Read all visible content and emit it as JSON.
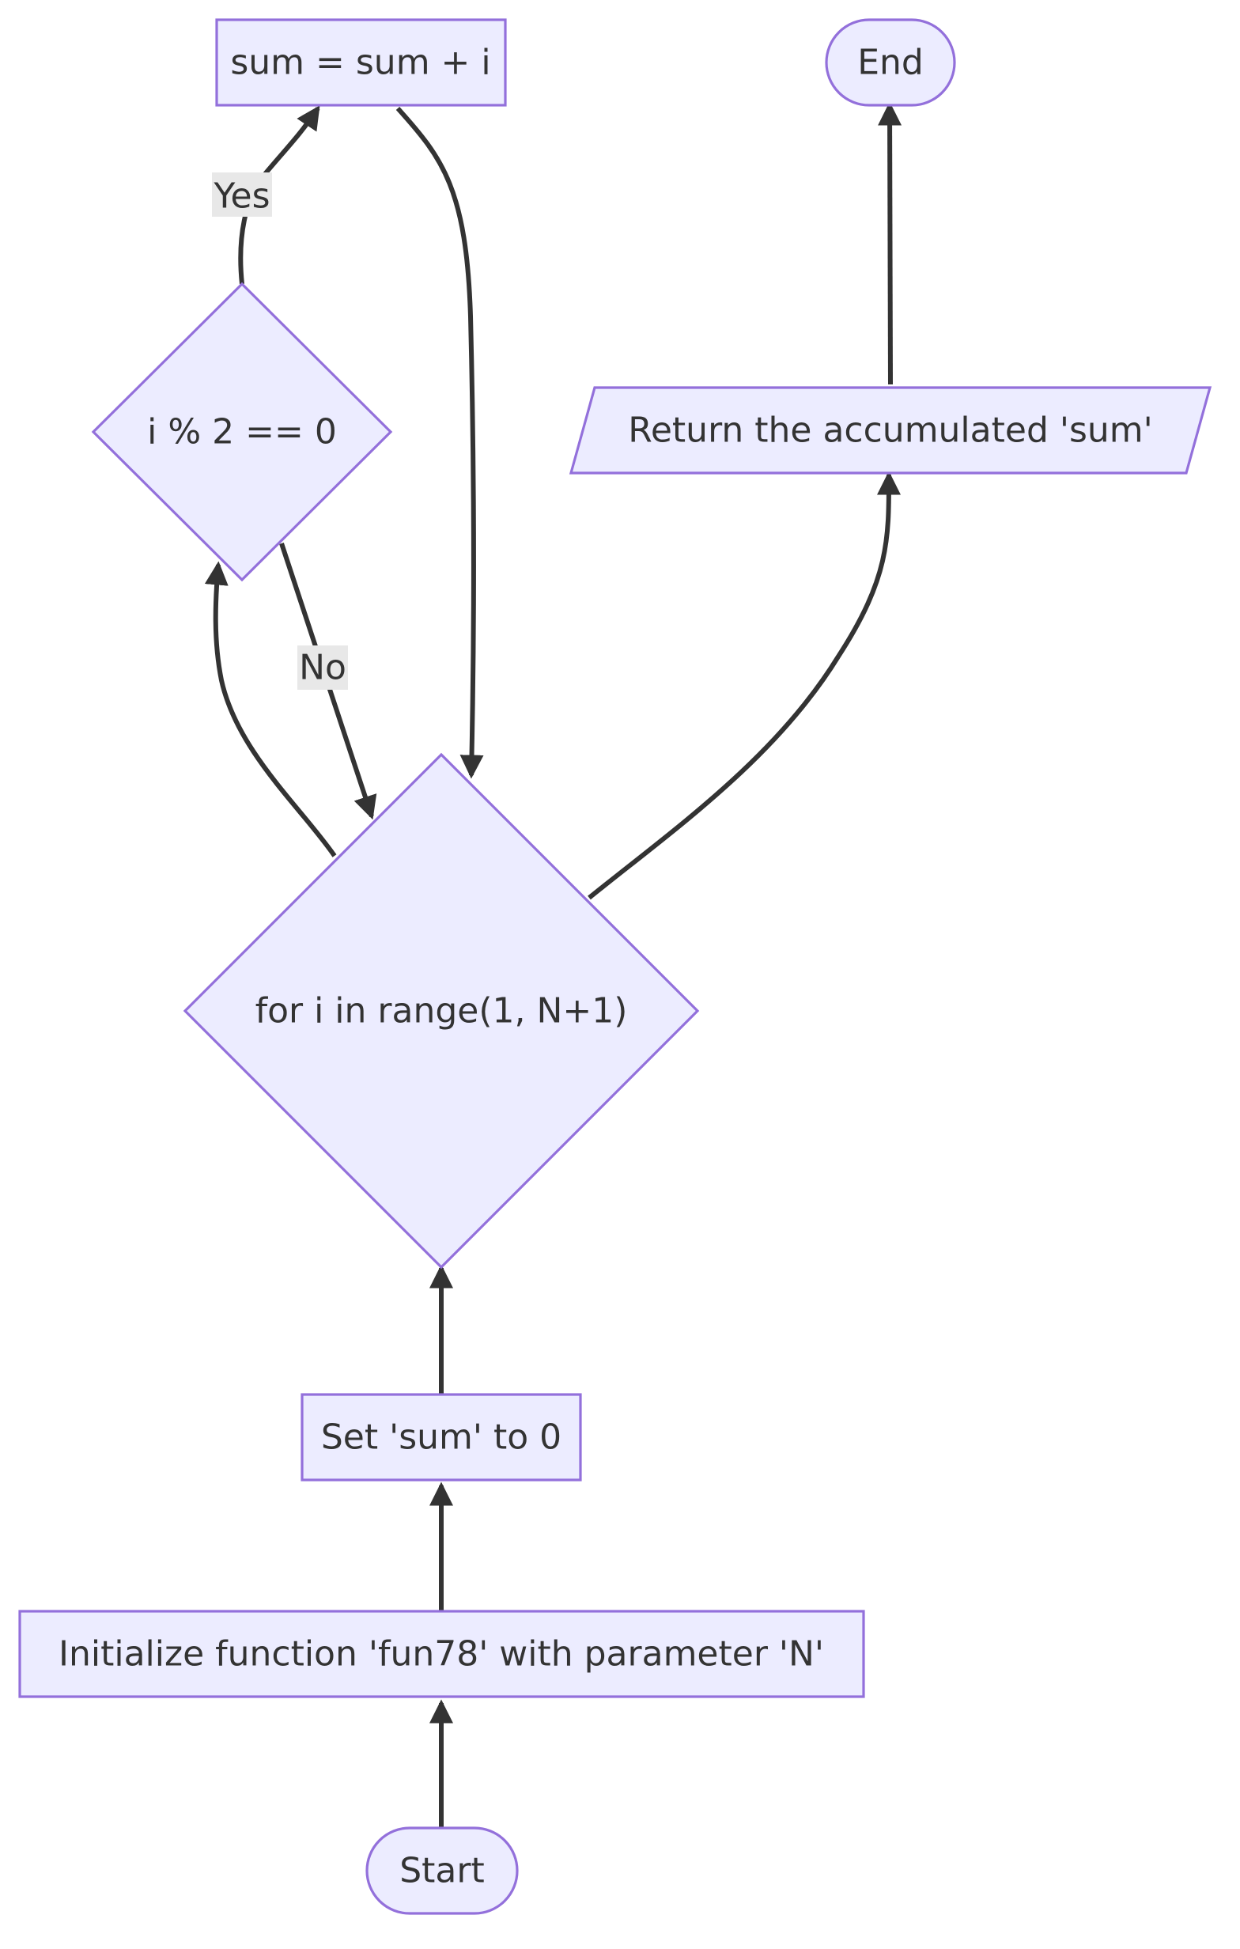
{
  "nodes": {
    "start": "Start",
    "init": "Initialize function 'fun78' with parameter 'N'",
    "set_sum": "Set 'sum' to 0",
    "loop": "for i in range(1, N+1)",
    "check_even": "i % 2 == 0",
    "add": "sum = sum + i",
    "return": "Return the accumulated 'sum'",
    "end": "End"
  },
  "edge_labels": {
    "yes": "Yes",
    "no": "No"
  },
  "colors": {
    "node_fill": "#ECECFF",
    "node_stroke": "#9370DB",
    "edge": "#333333",
    "edge_label_bg": "#e8e8e8"
  }
}
